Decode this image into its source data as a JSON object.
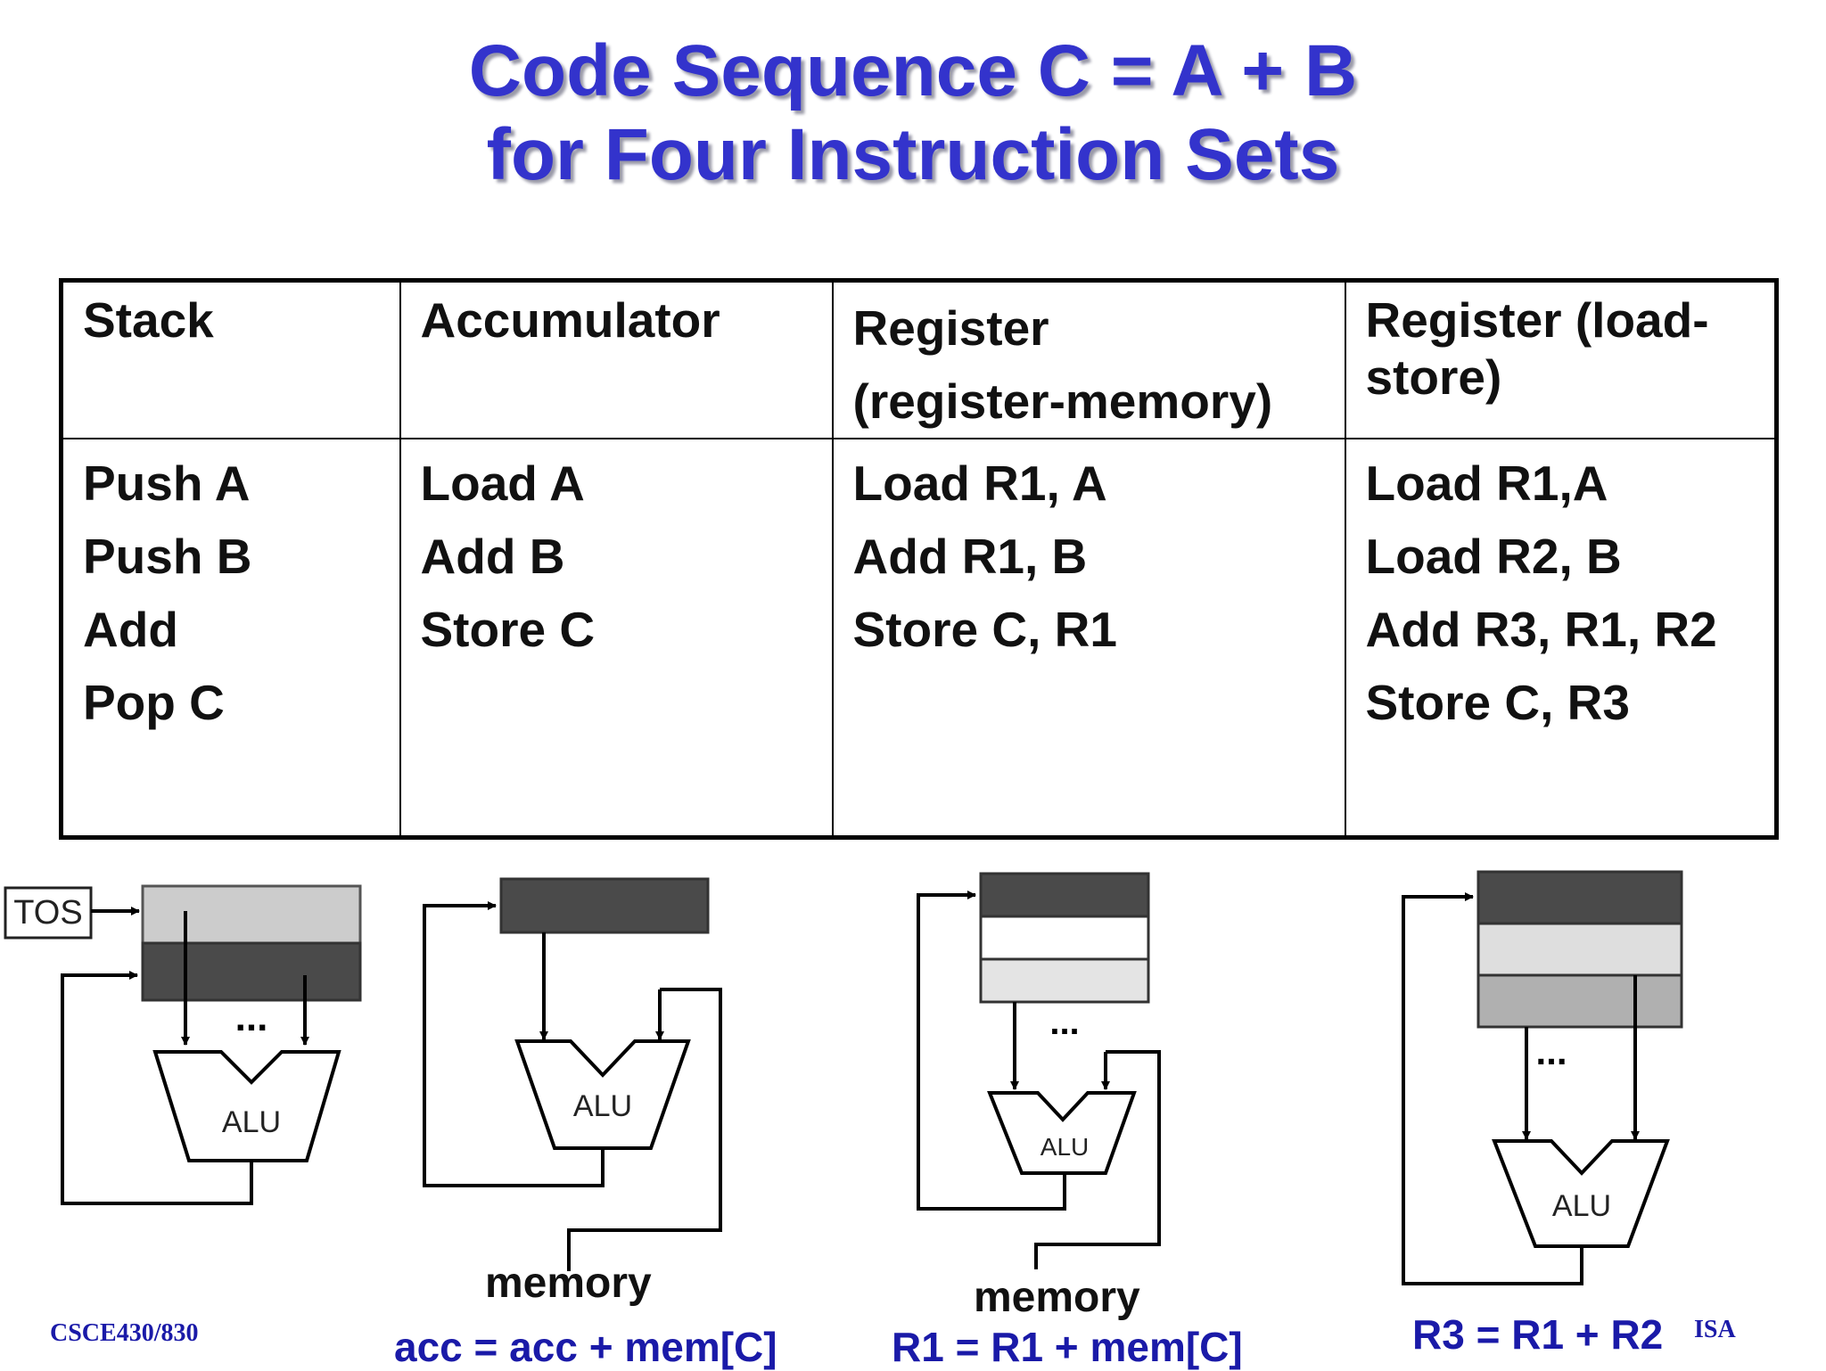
{
  "title": {
    "line1": "Code Sequence  C = A + B",
    "line2": "for Four Instruction Sets"
  },
  "table": {
    "headers": [
      [
        "Stack"
      ],
      [
        "Accumulator"
      ],
      [
        "Register",
        "(register-memory)"
      ],
      [
        "Register (load-",
        "store)"
      ]
    ],
    "columns": [
      [
        "Push A",
        "Push B",
        "Add",
        "Pop C"
      ],
      [
        "Load A",
        "Add B",
        "Store C"
      ],
      [
        "Load R1, A",
        "Add R1, B",
        "Store C, R1"
      ],
      [
        "Load R1,A",
        "Load R2, B",
        "Add R3, R1, R2",
        "Store C, R3"
      ]
    ]
  },
  "diagrams": {
    "tos_label": "TOS",
    "alu_label": "ALU",
    "dots": "...",
    "memory_label_1": "memory",
    "memory_label_2": "memory",
    "caption_acc": "acc =  acc + mem[C]",
    "caption_regmem": "R1 =  R1 + mem[C]",
    "caption_loadstore": "R3 =  R1 + R2"
  },
  "footer": {
    "course": "CSCE430/830",
    "topic": "ISA"
  },
  "colors": {
    "title": "#3333cc",
    "caption": "#1a1aa8",
    "dark_block": "#4a4a4a",
    "light_block": "#cccccc",
    "mid_block": "#b0b0b0"
  }
}
